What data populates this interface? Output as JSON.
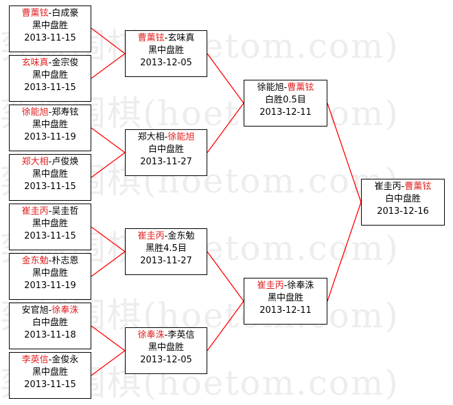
{
  "watermark": "弈城围棋(hoetom.com)",
  "colors": {
    "winner": "#e02020",
    "line": "#ff0000",
    "border": "#000000"
  },
  "matches": {
    "r1_1": {
      "p1": "曹薰铉",
      "p2": "白成豪",
      "winner": 1,
      "result": "黑中盘胜",
      "date": "2013-11-15"
    },
    "r1_2": {
      "p1": "玄味真",
      "p2": "金宗俊",
      "winner": 1,
      "result": "黑中盘胜",
      "date": "2013-11-15"
    },
    "r1_3": {
      "p1": "徐能旭",
      "p2": "郑寿铉",
      "winner": 1,
      "result": "黑中盘胜",
      "date": "2013-11-19"
    },
    "r1_4": {
      "p1": "郑大相",
      "p2": "卢俊焕",
      "winner": 1,
      "result": "黑中盘胜",
      "date": "2013-11-15"
    },
    "r1_5": {
      "p1": "崔圭丙",
      "p2": "吴圭哲",
      "winner": 1,
      "result": "黑中盘胜",
      "date": "2013-11-15"
    },
    "r1_6": {
      "p1": "金东勉",
      "p2": "朴志恩",
      "winner": 1,
      "result": "黑中盘胜",
      "date": "2013-11-19"
    },
    "r1_7": {
      "p1": "安官旭",
      "p2": "徐奉洙",
      "winner": 2,
      "result": "白中盘胜",
      "date": "2013-11-18"
    },
    "r1_8": {
      "p1": "李英信",
      "p2": "金俊永",
      "winner": 1,
      "result": "黑中盘胜",
      "date": "2013-11-15"
    },
    "r2_1": {
      "p1": "曹薰铉",
      "p2": "玄味真",
      "winner": 1,
      "result": "黑中盘胜",
      "date": "2013-12-05"
    },
    "r2_2": {
      "p1": "郑大相",
      "p2": "徐能旭",
      "winner": 2,
      "result": "白中盘胜",
      "date": "2013-11-27"
    },
    "r2_3": {
      "p1": "崔圭丙",
      "p2": "金东勉",
      "winner": 1,
      "result": "黑胜4.5目",
      "date": "2013-11-27"
    },
    "r2_4": {
      "p1": "徐奉洙",
      "p2": "李英信",
      "winner": 1,
      "result": "黑中盘胜",
      "date": "2013-12-05"
    },
    "r3_1": {
      "p1": "徐能旭",
      "p2": "曹薰铉",
      "winner": 2,
      "result": "白胜0.5目",
      "date": "2013-12-11"
    },
    "r3_2": {
      "p1": "崔圭丙",
      "p2": "徐奉洙",
      "winner": 1,
      "result": "黑中盘胜",
      "date": "2013-12-11"
    },
    "final": {
      "p1": "崔圭丙",
      "p2": "曹薰铉",
      "winner": 2,
      "result": "白中盘胜",
      "date": "2013-12-16"
    }
  }
}
